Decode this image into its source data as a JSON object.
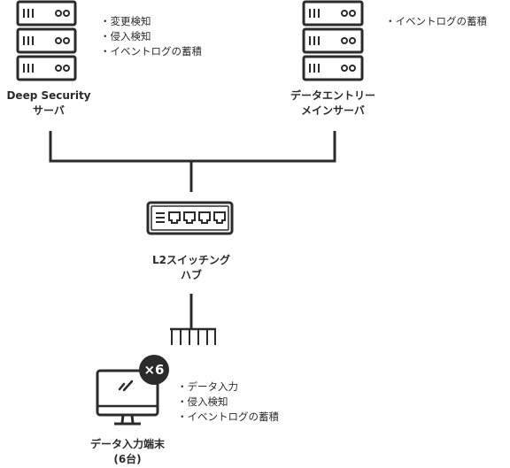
{
  "security_server": {
    "name_line1": "Deep Security",
    "name_line2": "サーバ",
    "features": [
      "変更検知",
      "侵入検知",
      "イベントログの蓄積"
    ]
  },
  "data_entry_server": {
    "name_line1": "データエントリー",
    "name_line2": "メインサーバ",
    "features": [
      "イベントログの蓄積"
    ]
  },
  "switch_hub": {
    "name_line1": "L2スイッチング",
    "name_line2": "ハブ"
  },
  "terminal": {
    "name_line1": "データ入力端末",
    "name_line2": "(6台)",
    "count_badge": "×6",
    "features": [
      "データ入力",
      "侵入検知",
      "イベントログの蓄積"
    ]
  }
}
